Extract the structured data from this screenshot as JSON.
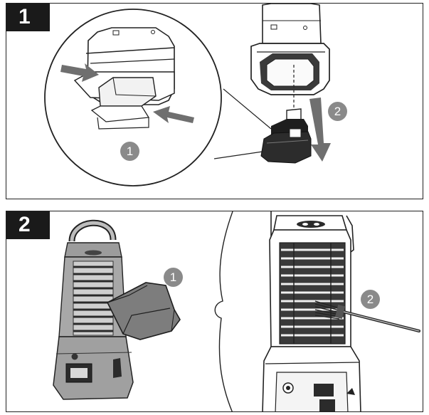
{
  "steps": [
    {
      "number": "1",
      "callouts": [
        "1",
        "2"
      ]
    },
    {
      "number": "2",
      "callouts": [
        "1",
        "2"
      ]
    }
  ],
  "colors": {
    "ink": "#1a1a1a",
    "callout": "#8a8a8a",
    "arrow": "#6f6f6f",
    "cloth": "#7d7d7d"
  },
  "icons": [
    "press-arrow-icon",
    "down-arrow-icon",
    "brush-icon",
    "cloth-icon"
  ]
}
